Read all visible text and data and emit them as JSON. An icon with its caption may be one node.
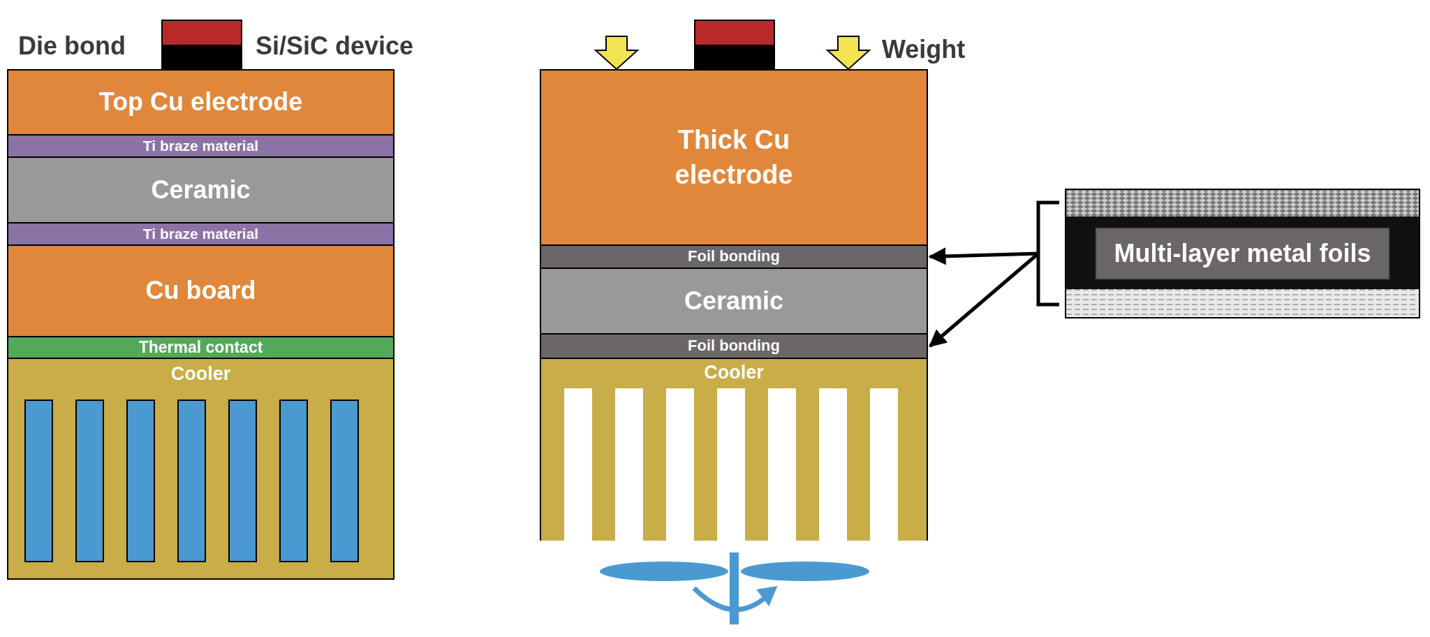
{
  "diagram": {
    "nodes": [
      {
        "text": [
          "Top Cu electrode"
        ]
      },
      {
        "text": [
          "Ti braze material"
        ]
      },
      {
        "text": [
          "Ceramic"
        ]
      },
      {
        "text": [
          "Ti braze material"
        ]
      },
      {
        "text": [
          "Cu board"
        ]
      },
      {
        "text": [
          "Thermal contact"
        ]
      },
      {
        "text": [
          "Cooler"
        ]
      },
      {
        "text": [
          "Thick Cu electrode"
        ]
      },
      {
        "text": [
          "Foil bonding"
        ]
      },
      {
        "text": [
          "Ceramic"
        ]
      },
      {
        "text": [
          "Foil bonding"
        ]
      },
      {
        "text": [
          "Cooler"
        ]
      },
      {
        "text": [
          "Multi-layer metal foils"
        ]
      }
    ],
    "edges": [
      {
        "from": 12,
        "to": 8,
        "arrow": "to"
      },
      {
        "from": 12,
        "to": 10,
        "arrow": "to"
      }
    ],
    "labels": [
      "Die bond",
      "Si/SiC device",
      "Weight"
    ]
  }
}
